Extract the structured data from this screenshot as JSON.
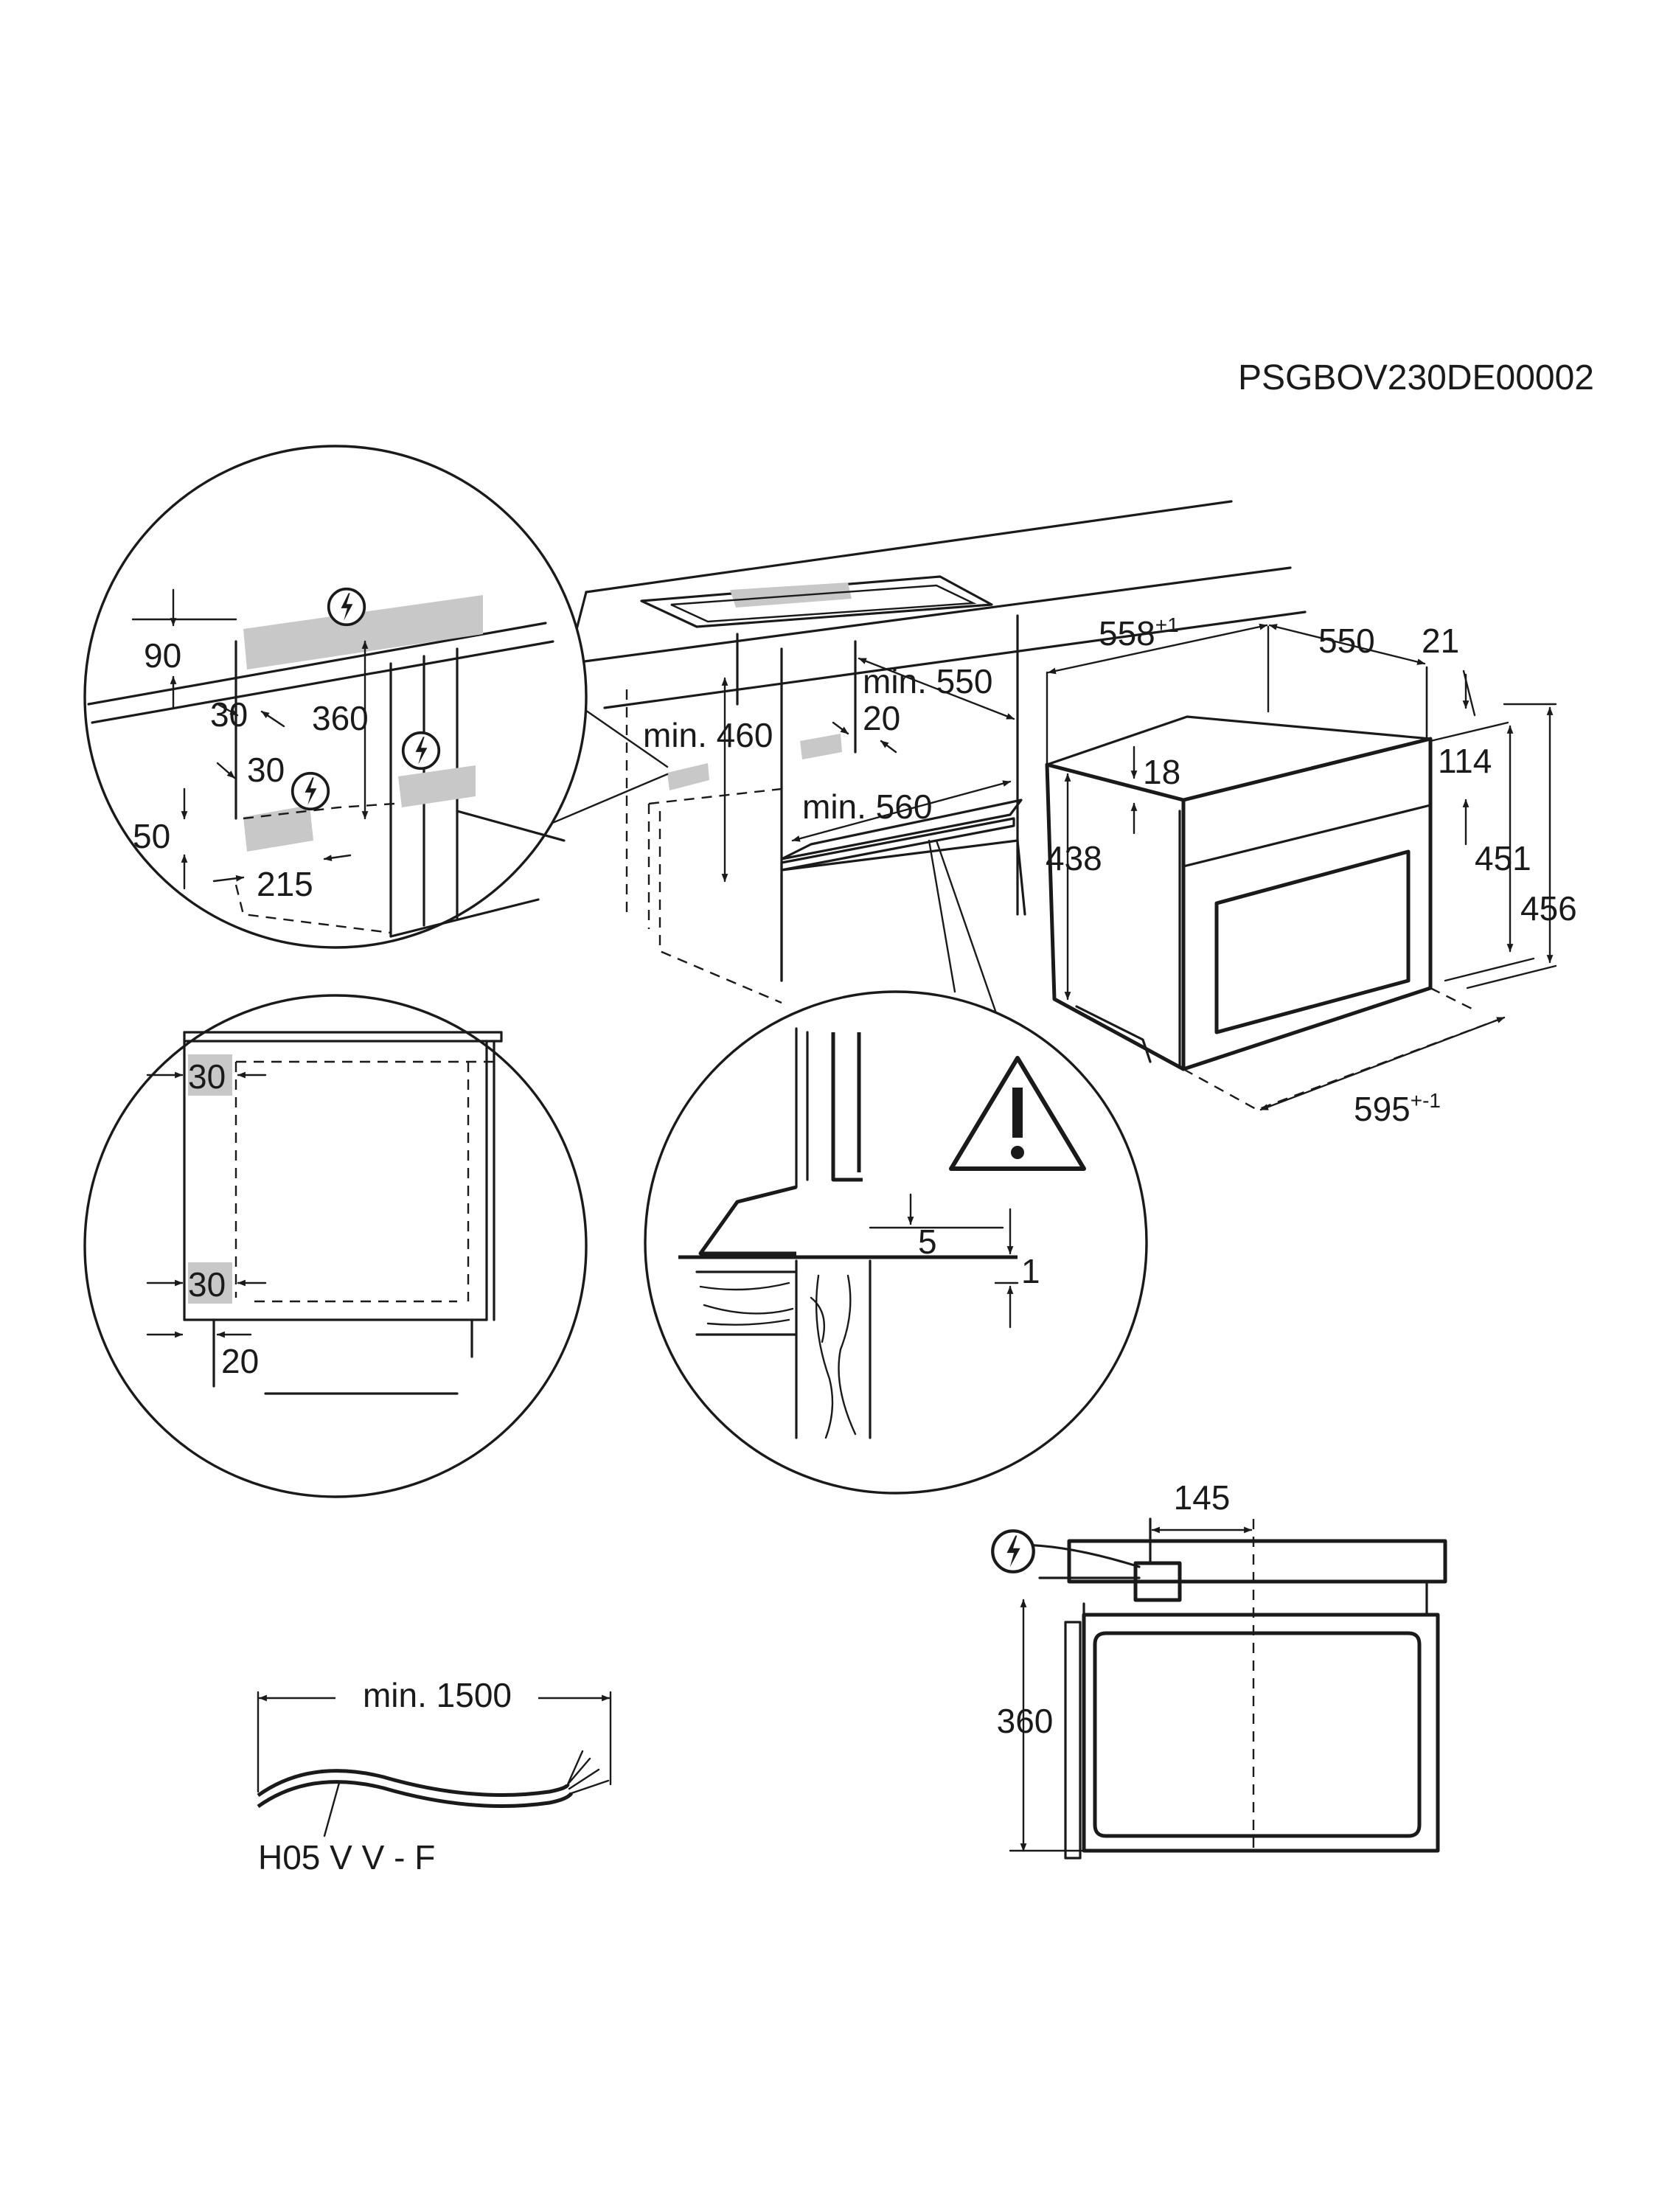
{
  "document_code": "PSGBOV230DE00002",
  "detail_circle_top_left": {
    "dim_90": "90",
    "dim_30_upper": "30",
    "dim_360": "360",
    "dim_30_lower": "30",
    "dim_50": "50",
    "dim_215": "215"
  },
  "main_view": {
    "min_460": "min. 460",
    "min_550": "min. 550",
    "dim_20": "20",
    "min_560": "min. 560"
  },
  "appliance": {
    "depth_label": "558",
    "depth_tolerance": "+1",
    "dim_550": "550",
    "dim_21": "21",
    "dim_18": "18",
    "dim_114": "114",
    "dim_438": "438",
    "dim_451": "451",
    "dim_456": "456",
    "width_label": "595",
    "width_tolerance": "+-1"
  },
  "detail_circle_side": {
    "dim_30_top": "30",
    "dim_30_bottom": "30",
    "dim_20": "20"
  },
  "detail_circle_gap": {
    "dim_5": "5",
    "dim_1": "1"
  },
  "cable": {
    "length_label": "min. 1500",
    "type_label": "H05 V V - F"
  },
  "rear_view": {
    "dim_145": "145",
    "dim_360": "360"
  },
  "icons": {
    "electric": "electric-connection-icon",
    "warning": "warning-triangle-icon"
  }
}
